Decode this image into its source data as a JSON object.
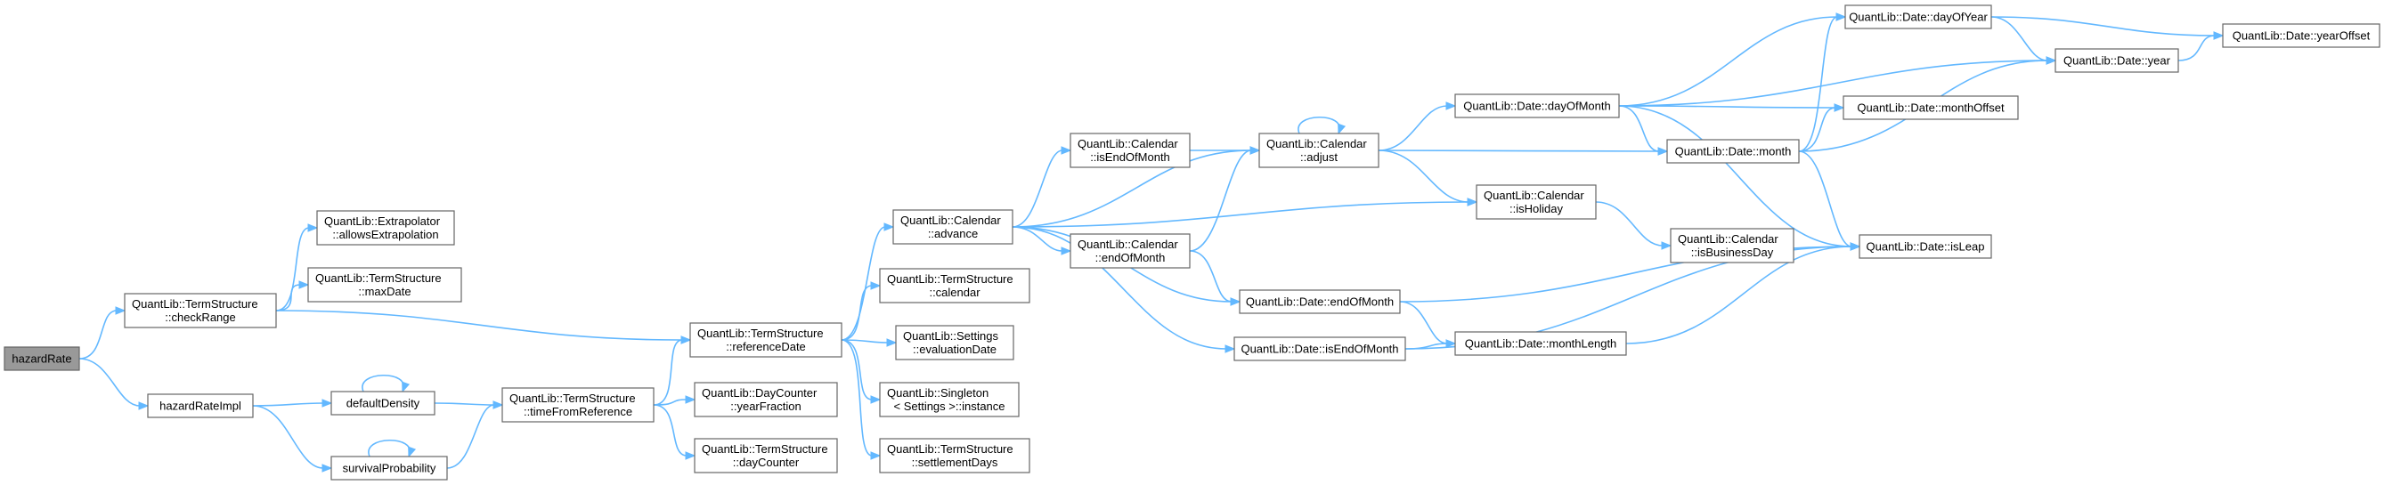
{
  "nodes": [
    {
      "id": "n0",
      "name": "node-hazard-rate",
      "lines": [
        "hazardRate"
      ],
      "root": true
    },
    {
      "id": "n1",
      "name": "node-term-structure-check-range",
      "lines": [
        "QuantLib::TermStructure",
        "::checkRange"
      ]
    },
    {
      "id": "n2",
      "name": "node-hazard-rate-impl",
      "lines": [
        "hazardRateImpl"
      ]
    },
    {
      "id": "n3",
      "name": "node-extrapolator-allows-extrapolation",
      "lines": [
        "QuantLib::Extrapolator",
        "::allowsExtrapolation"
      ]
    },
    {
      "id": "n4",
      "name": "node-term-structure-max-date",
      "lines": [
        "QuantLib::TermStructure",
        "::maxDate"
      ]
    },
    {
      "id": "n5",
      "name": "node-term-structure-reference-date",
      "lines": [
        "QuantLib::TermStructure",
        "::referenceDate"
      ]
    },
    {
      "id": "n6",
      "name": "node-default-density",
      "lines": [
        "defaultDensity"
      ]
    },
    {
      "id": "n7",
      "name": "node-survival-probability",
      "lines": [
        "survivalProbability"
      ]
    },
    {
      "id": "n8",
      "name": "node-term-structure-time-from-reference",
      "lines": [
        "QuantLib::TermStructure",
        "::timeFromReference"
      ]
    },
    {
      "id": "n9",
      "name": "node-calendar-advance",
      "lines": [
        "QuantLib::Calendar",
        "::advance"
      ]
    },
    {
      "id": "n10",
      "name": "node-term-structure-calendar",
      "lines": [
        "QuantLib::TermStructure",
        "::calendar"
      ]
    },
    {
      "id": "n11",
      "name": "node-settings-evaluation-date",
      "lines": [
        "QuantLib::Settings",
        "::evaluationDate"
      ]
    },
    {
      "id": "n12",
      "name": "node-singleton-settings-instance",
      "lines": [
        "QuantLib::Singleton",
        "< Settings >::instance"
      ]
    },
    {
      "id": "n13",
      "name": "node-term-structure-settlement-days",
      "lines": [
        "QuantLib::TermStructure",
        "::settlementDays"
      ]
    },
    {
      "id": "n14",
      "name": "node-day-counter-year-fraction",
      "lines": [
        "QuantLib::DayCounter",
        "::yearFraction"
      ]
    },
    {
      "id": "n15",
      "name": "node-term-structure-day-counter",
      "lines": [
        "QuantLib::TermStructure",
        "::dayCounter"
      ]
    },
    {
      "id": "n16",
      "name": "node-calendar-is-end-of-month",
      "lines": [
        "QuantLib::Calendar",
        "::isEndOfMonth"
      ]
    },
    {
      "id": "n17",
      "name": "node-calendar-end-of-month",
      "lines": [
        "QuantLib::Calendar",
        "::endOfMonth"
      ]
    },
    {
      "id": "n18",
      "name": "node-calendar-adjust",
      "lines": [
        "QuantLib::Calendar",
        "::adjust"
      ]
    },
    {
      "id": "n19",
      "name": "node-date-end-of-month",
      "lines": [
        "QuantLib::Date::endOfMonth"
      ]
    },
    {
      "id": "n20",
      "name": "node-date-is-end-of-month",
      "lines": [
        "QuantLib::Date::isEndOfMonth"
      ]
    },
    {
      "id": "n21",
      "name": "node-date-day-of-month",
      "lines": [
        "QuantLib::Date::dayOfMonth"
      ]
    },
    {
      "id": "n22",
      "name": "node-calendar-is-holiday",
      "lines": [
        "QuantLib::Calendar",
        "::isHoliday"
      ]
    },
    {
      "id": "n23",
      "name": "node-date-month-length",
      "lines": [
        "QuantLib::Date::monthLength"
      ]
    },
    {
      "id": "n24",
      "name": "node-date-month",
      "lines": [
        "QuantLib::Date::month"
      ]
    },
    {
      "id": "n25",
      "name": "node-calendar-is-business-day",
      "lines": [
        "QuantLib::Calendar",
        "::isBusinessDay"
      ]
    },
    {
      "id": "n26",
      "name": "node-date-day-of-year",
      "lines": [
        "QuantLib::Date::dayOfYear"
      ]
    },
    {
      "id": "n27",
      "name": "node-date-month-offset",
      "lines": [
        "QuantLib::Date::monthOffset"
      ]
    },
    {
      "id": "n28",
      "name": "node-date-year",
      "lines": [
        "QuantLib::Date::year"
      ]
    },
    {
      "id": "n29",
      "name": "node-date-is-leap",
      "lines": [
        "QuantLib::Date::isLeap"
      ]
    },
    {
      "id": "n30",
      "name": "node-date-year-offset",
      "lines": [
        "QuantLib::Date::yearOffset"
      ]
    }
  ],
  "edges": [
    {
      "from": "n0",
      "to": "n1"
    },
    {
      "from": "n0",
      "to": "n2"
    },
    {
      "from": "n1",
      "to": "n3"
    },
    {
      "from": "n1",
      "to": "n4"
    },
    {
      "from": "n1",
      "to": "n5"
    },
    {
      "from": "n2",
      "to": "n6"
    },
    {
      "from": "n2",
      "to": "n7"
    },
    {
      "from": "n6",
      "to": "n6"
    },
    {
      "from": "n6",
      "to": "n8"
    },
    {
      "from": "n7",
      "to": "n7"
    },
    {
      "from": "n7",
      "to": "n8"
    },
    {
      "from": "n8",
      "to": "n5"
    },
    {
      "from": "n8",
      "to": "n14"
    },
    {
      "from": "n8",
      "to": "n15"
    },
    {
      "from": "n5",
      "to": "n9"
    },
    {
      "from": "n5",
      "to": "n10"
    },
    {
      "from": "n5",
      "to": "n11"
    },
    {
      "from": "n5",
      "to": "n12"
    },
    {
      "from": "n5",
      "to": "n13"
    },
    {
      "from": "n9",
      "to": "n16"
    },
    {
      "from": "n9",
      "to": "n18"
    },
    {
      "from": "n9",
      "to": "n22"
    },
    {
      "from": "n9",
      "to": "n17"
    },
    {
      "from": "n9",
      "to": "n19"
    },
    {
      "from": "n9",
      "to": "n20"
    },
    {
      "from": "n16",
      "to": "n18"
    },
    {
      "from": "n17",
      "to": "n18"
    },
    {
      "from": "n17",
      "to": "n19"
    },
    {
      "from": "n18",
      "to": "n18"
    },
    {
      "from": "n18",
      "to": "n21"
    },
    {
      "from": "n18",
      "to": "n24"
    },
    {
      "from": "n18",
      "to": "n22"
    },
    {
      "from": "n22",
      "to": "n25"
    },
    {
      "from": "n19",
      "to": "n23"
    },
    {
      "from": "n19",
      "to": "n29"
    },
    {
      "from": "n20",
      "to": "n23"
    },
    {
      "from": "n20",
      "to": "n29"
    },
    {
      "from": "n21",
      "to": "n26"
    },
    {
      "from": "n21",
      "to": "n28"
    },
    {
      "from": "n21",
      "to": "n27"
    },
    {
      "from": "n21",
      "to": "n24"
    },
    {
      "from": "n21",
      "to": "n29"
    },
    {
      "from": "n24",
      "to": "n26"
    },
    {
      "from": "n24",
      "to": "n27"
    },
    {
      "from": "n24",
      "to": "n28"
    },
    {
      "from": "n24",
      "to": "n29"
    },
    {
      "from": "n26",
      "to": "n28"
    },
    {
      "from": "n26",
      "to": "n30"
    },
    {
      "from": "n28",
      "to": "n30"
    },
    {
      "from": "n23",
      "to": "n29"
    }
  ]
}
